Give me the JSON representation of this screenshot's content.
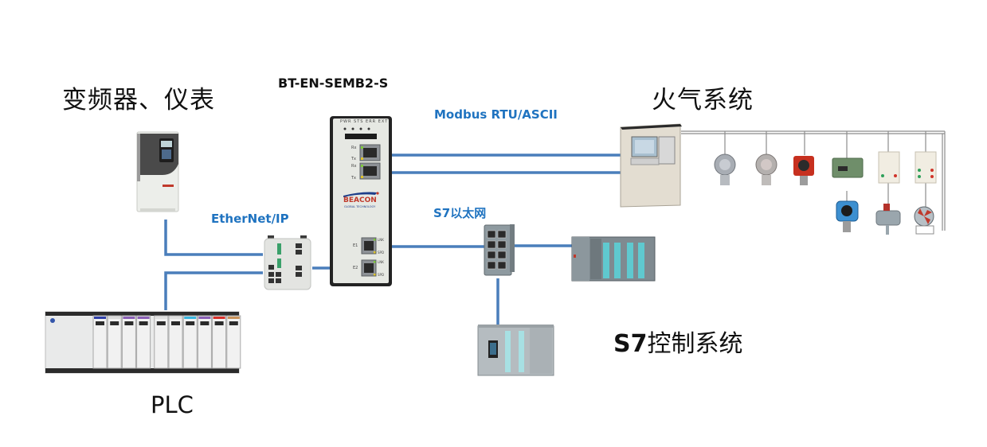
{
  "diagram": {
    "labels": {
      "vfd_instruments": "变频器、仪表",
      "gateway_model": "BT-EN-SEMB2-S",
      "fire_gas_system": "火气系统",
      "modbus": "Modbus RTU/ASCII",
      "ethernet_ip": "EtherNet/IP",
      "s7_ethernet": "S7以太网",
      "s7_control_prefix": "S7",
      "s7_control_suffix": "控制系统",
      "plc": "PLC"
    },
    "gateway": {
      "leds": [
        "PWR",
        "STS",
        "ERR",
        "EXT"
      ],
      "serial_port_labels": [
        "Rx",
        "Tx",
        "Rx",
        "Tx"
      ],
      "eth_ports": [
        "E1",
        "E2"
      ],
      "eth_led_labels": [
        "LNK",
        "SPD"
      ],
      "brand": "BEACON",
      "brand_sub": "GLOBAL TECHNOLOGY"
    },
    "fire_gas_field_devices": [
      "detector-1",
      "detector-2",
      "detector-3-red",
      "junction-box",
      "control-box-1",
      "control-box-2",
      "display-detector",
      "solenoid-valve",
      "exhaust-fan"
    ],
    "connections": [
      {
        "from": "vfd",
        "to": "ethernet-ip-switch",
        "protocol": "EtherNet/IP"
      },
      {
        "from": "plc",
        "to": "ethernet-ip-switch",
        "protocol": "EtherNet/IP"
      },
      {
        "from": "ethernet-ip-switch",
        "to": "gateway-E2",
        "protocol": "EtherNet/IP"
      },
      {
        "from": "gateway-serial-1",
        "to": "fire-gas-controller",
        "protocol": "Modbus RTU/ASCII"
      },
      {
        "from": "gateway-serial-2",
        "to": "fire-gas-controller",
        "protocol": "Modbus RTU/ASCII"
      },
      {
        "from": "gateway-E1",
        "to": "s7-switch",
        "protocol": "S7以太网"
      },
      {
        "from": "s7-switch",
        "to": "s7-300-plc",
        "protocol": "S7以太网"
      },
      {
        "from": "s7-switch",
        "to": "s7-1500-plc",
        "protocol": "S7以太网"
      }
    ],
    "colors": {
      "link": "#4a7ebb",
      "protocol_text": "#1f73c0",
      "gateway_body": "#e6e8e3",
      "siemens_teal": "#5fc9cf"
    }
  }
}
